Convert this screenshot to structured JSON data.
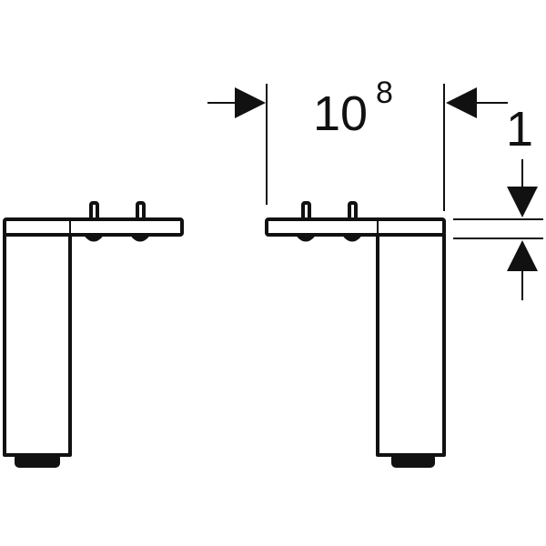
{
  "dimensions": {
    "width_main": "10",
    "width_sup": "8",
    "offset": "1"
  },
  "colors": {
    "stroke": "#111111",
    "background": "#ffffff"
  }
}
